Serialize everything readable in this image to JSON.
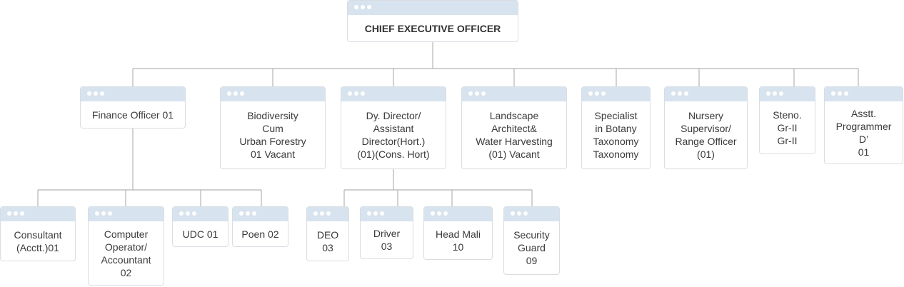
{
  "org_chart": {
    "root": {
      "id": "ceo",
      "label": "CHIEF EXECUTIVE OFFICER"
    },
    "level1": [
      {
        "id": "fin",
        "label": "Finance Officer 01"
      },
      {
        "id": "bio",
        "label": "Biodiversity\nCum\nUrban Forestry\n01 Vacant"
      },
      {
        "id": "dir",
        "label": "Dy. Director/\nAssistant\nDirector(Hort.)\n(01)(Cons. Hort)"
      },
      {
        "id": "land",
        "label": "Landscape\nArchitect&\nWater Harvesting\n(01) Vacant"
      },
      {
        "id": "spec",
        "label": "Specialist\nin Botany\nTaxonomy\nTaxonomy"
      },
      {
        "id": "nurs",
        "label": "Nursery\nSupervisor/\nRange Officer\n(01)"
      },
      {
        "id": "steno",
        "label": "Steno.\nGr-II\nGr-II"
      },
      {
        "id": "prog",
        "label": "Asstt.\nProgrammer\nD’\n01"
      }
    ],
    "finance_reports": [
      {
        "id": "cons",
        "label": "Consultant\n(Acctt.)01"
      },
      {
        "id": "comp",
        "label": "Computer\nOperator/\nAccountant\n02"
      },
      {
        "id": "udc",
        "label": "UDC 01"
      },
      {
        "id": "poen",
        "label": "Poen 02"
      }
    ],
    "director_reports": [
      {
        "id": "deo",
        "label": "DEO\n03"
      },
      {
        "id": "drv",
        "label": "Driver\n03"
      },
      {
        "id": "mali",
        "label": "Head Mali\n10"
      },
      {
        "id": "sec",
        "label": "Security\nGuard\n09"
      }
    ]
  },
  "colors": {
    "titlebar": "#d7e3ee",
    "border": "#d9dde2",
    "connector": "#b3b3b3",
    "text": "#3a3a3a"
  }
}
